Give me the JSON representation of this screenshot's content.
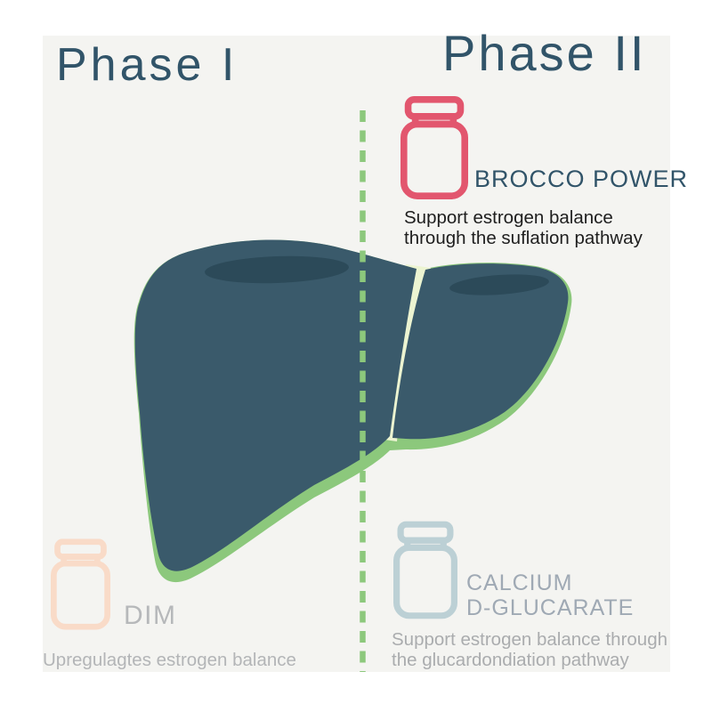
{
  "canvas": {
    "background_color": "#ffffff",
    "panel_color": "#f4f4f1"
  },
  "theme": {
    "title_color": "#315469",
    "divider_color": "#8cc87c"
  },
  "phases": [
    {
      "title": "Phase I"
    },
    {
      "title": "Phase II"
    }
  ],
  "divider": {
    "style": "dashed-vertical-line",
    "color": "#8cc87c"
  },
  "liver": {
    "body_color": "#3a5a6b",
    "vein_color": "#2c4a59",
    "underline_color": "#8cc87c",
    "cleft_color": "#ecf4d1"
  },
  "products": [
    {
      "name": "BROCCO POWER",
      "bottle_color": "#e2566e",
      "name_color": "#315469",
      "description_color": "#1e1e1e",
      "description_lines": [
        "Support estrogen balance",
        "through the suflation pathway"
      ]
    },
    {
      "name": "DIM",
      "bottle_color": "#f9dbc8",
      "name_color": "#b6b8ba",
      "description_color": "#b3b5b7",
      "description_lines": [
        "Upregulagtes estrogen balance"
      ]
    },
    {
      "name_lines": [
        "CALCIUM",
        "D-GLUCARATE"
      ],
      "bottle_color": "#bcd0d5",
      "name_color": "#9fa9b4",
      "description_color": "#aaacae",
      "description_lines": [
        "Support estrogen balance through",
        "the glucardondiation pathway"
      ]
    }
  ]
}
